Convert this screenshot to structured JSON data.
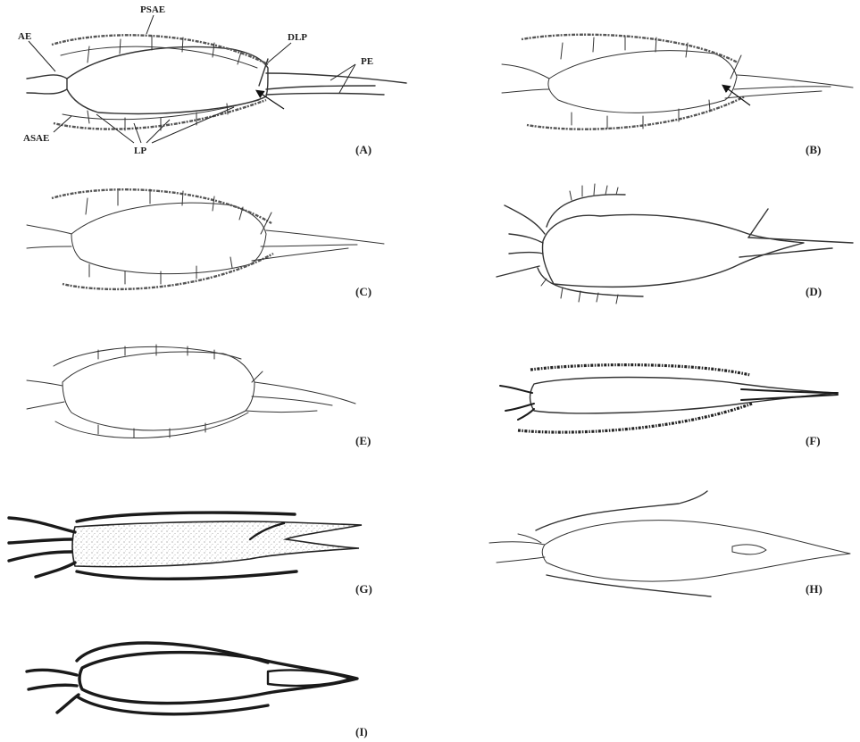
{
  "panels": {
    "A": {
      "label": "(A)"
    },
    "B": {
      "label": "(B)"
    },
    "C": {
      "label": "(C)"
    },
    "D": {
      "label": "(D)"
    },
    "E": {
      "label": "(E)"
    },
    "F": {
      "label": "(F)"
    },
    "G": {
      "label": "(G)"
    },
    "H": {
      "label": "(H)"
    },
    "I": {
      "label": "(I)"
    }
  },
  "annotations": {
    "psae": "PSAE",
    "ae": "AE",
    "dlp": "DLP",
    "pe": "PE",
    "asae": "ASAE",
    "lp": "LP"
  },
  "colors": {
    "ink": "#333333",
    "background": "#ffffff"
  }
}
